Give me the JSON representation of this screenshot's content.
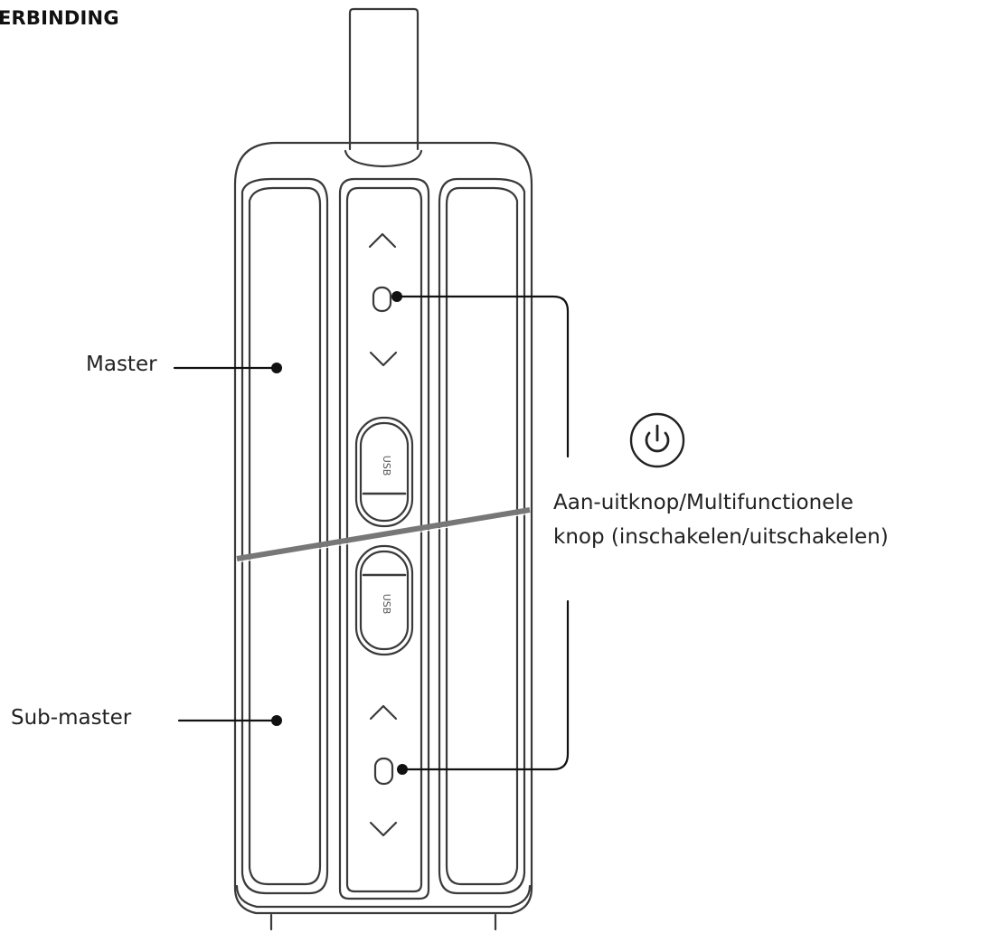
{
  "title": "ERBINDING",
  "labels": {
    "master": "Master",
    "sub_master": "Sub-master",
    "power_line1": "Aan-uitknop/Multifunctionele",
    "power_line2": "knop (inschakelen/uitschakelen)"
  },
  "button_text": {
    "upper_usb": "USB",
    "lower_usb": "USB"
  },
  "icons": {
    "power": "power-icon",
    "volume_up": "chevron-up-icon",
    "volume_down": "chevron-down-icon",
    "function_button": "function-button-icon",
    "usb_cover": "usb-cover-icon"
  },
  "colors": {
    "outline": "#3a3a3a",
    "text": "#222222",
    "seam": "#777777",
    "background": "#ffffff"
  }
}
